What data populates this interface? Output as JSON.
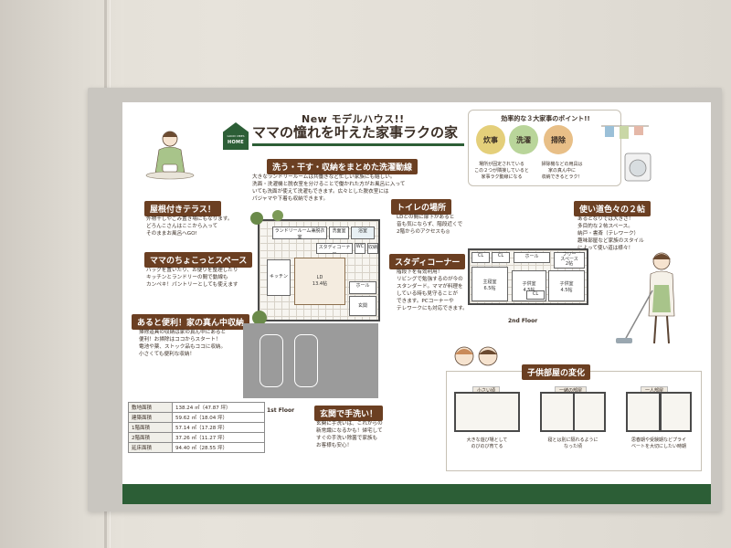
{
  "header": {
    "new_label": "New モデルハウス!!",
    "logo_small": "GOOD VIBES",
    "logo_text": "HOME",
    "title": "ママの憧れを叶えた家事ラクの家"
  },
  "efficiency": {
    "title": "効率的な３大家事のポイント!!",
    "chores": [
      "炊事",
      "洗濯",
      "掃除"
    ],
    "caption_left": "場所が固定されている\nこの２つが隣接していると\n家事ラク動線になる",
    "caption_right": "掃除機などの用具は\n家の真ん中に\n収納できるとラク！"
  },
  "sections": {
    "laundry": {
      "label": "洗う・干す・収納をまとめた洗濯動線",
      "text": "大きなランドリールームは共働きなど忙しい家族にも嬉しい。\n洗面・洗濯機と脱衣室を分けることで働かれた方がお風呂に入って\nいても洗面が使えて洗濯もできます。広々とした脱衣室には\nパジャマや下着も収納できます。"
    },
    "terrace": {
      "label": "屋根付きテラス！",
      "text": "外物干しやごみ置き場にもなります。\nどろんこさんはここから入って\nそのままお風呂へGO!"
    },
    "mama_space": {
      "label": "ママのちょこっとスペース",
      "text": "バッグを置いたり、お便りを整理したり\nキッチンとランドリーの間で動線も\nカンペキ！パントリーとしても使えます"
    },
    "central_storage": {
      "label": "あると便利！家の真ん中収納",
      "text": "掃除道具の収納は家の真ん中にあると\n便利！お掃除はココからスタート！\n電池や薬、ストック品もココに収納。\n小さくても便利な収納！"
    },
    "toilet": {
      "label": "トイレの場所",
      "text": "LDとの間に扉下があると\n音も気にならず、階段近くで\n2階からのアクセスも◎"
    },
    "study": {
      "label": "スタディコーナー",
      "text": "階段下を有効利用！\nリビングで勉強するのが今の\nスタンダード。ママが料理を\nしている時も見守ることが\nできます。PCコーナーや\nテレワークにも対応できます。"
    },
    "entrance": {
      "label": "玄関で手洗い！",
      "text": "玄関に手洗いは、これからの\n新常識になるかも！帰宅して\nすぐの手洗い除菌で家族も\nお客様も安心！"
    },
    "two_rooms": {
      "label": "使い道色々の２帖",
      "text": "あるとなりでは大きさ！\n多目的な２帖スペース。\n納戸・書斎（テレワーク）\n趣味部屋など家族のスタイル\nによって使い道は様々！"
    },
    "kids_room": {
      "label": "子供部屋の変化",
      "stages": [
        "小さい頃",
        "一緒の部屋",
        "一人部屋"
      ],
      "captions": [
        "大きな遊び場として\nのびのび育てる",
        "寝とは別に隔れるように\nなった頃",
        "思春期や受験期などプライ\nベートを大切にしたい時期"
      ]
    }
  },
  "floor1": {
    "label": "1st Floor",
    "rooms": [
      "ランドリールーム兼脱衣室",
      "洗面室",
      "浴室",
      "キッチン",
      "LD\n13.4帖",
      "ホール",
      "玄関",
      "スタディコーナー",
      "WC",
      "収納"
    ]
  },
  "floor2": {
    "label": "2nd Floor",
    "rooms": [
      "CL",
      "CL",
      "フリー\nスペース\n2帖",
      "ホール",
      "主寝室\n6.5帖",
      "子供室\n4.5帖",
      "子供室\n4.5帖",
      "CL"
    ]
  },
  "specs": [
    {
      "key": "敷地面積",
      "value": "138.24 ㎡（47.87 坪）"
    },
    {
      "key": "建築面積",
      "value": "59.62 ㎡（18.04 坪）"
    },
    {
      "key": "1階面積",
      "value": "57.14 ㎡（17.28 坪）"
    },
    {
      "key": "2階面積",
      "value": "37.26 ㎡（11.27 坪）"
    },
    {
      "key": "延床面積",
      "value": "94.40 ㎡（28.55 坪）"
    }
  ]
}
